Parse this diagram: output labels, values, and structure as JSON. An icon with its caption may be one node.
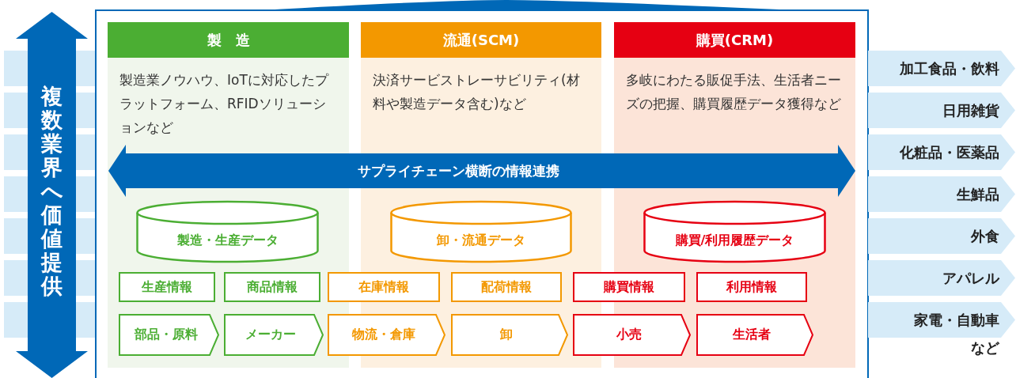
{
  "diagram": {
    "nodes": [
      {
        "text": [
          "製　造",
          "製造業ノウハウ、IoTに対応したプラットフォーム、RFIDソリューションなど"
        ]
      },
      {
        "text": [
          "流通(SCM)",
          "決済サービストレーサビリティ(材料や製造データ含む)など"
        ]
      },
      {
        "text": [
          "購買(CRM)",
          "多岐にわたる販促手法、生活者ニーズの把握、購買履歴データ獲得など"
        ]
      },
      {
        "text": [
          "サプライチェーン横断の情報連携"
        ]
      },
      {
        "text": [
          "製造・生産データ"
        ],
        "in": 0
      },
      {
        "text": [
          "卸・流通データ"
        ],
        "in": 1
      },
      {
        "text": [
          "購買/利用履歴データ"
        ],
        "in": 2
      },
      {
        "text": [
          "生産情報"
        ],
        "in": 0
      },
      {
        "text": [
          "商品情報"
        ],
        "in": 0
      },
      {
        "text": [
          "在庫情報"
        ]
      },
      {
        "text": [
          "配荷情報"
        ],
        "in": 1
      },
      {
        "text": [
          "購買情報"
        ]
      },
      {
        "text": [
          "利用情報"
        ],
        "in": 2
      },
      {
        "text": [
          "部品・原料"
        ],
        "in": 0
      },
      {
        "text": [
          "メーカー"
        ],
        "in": 0
      },
      {
        "text": [
          "物流・倉庫"
        ]
      },
      {
        "text": [
          "卸"
        ],
        "in": 1
      },
      {
        "text": [
          "小売"
        ]
      },
      {
        "text": [
          "生活者"
        ],
        "in": 2
      },
      {
        "text": [
          "複数業界へ価値提供"
        ]
      },
      {
        "text": [
          "加工食品・飲料"
        ]
      },
      {
        "text": [
          "日用雑貨"
        ]
      },
      {
        "text": [
          "化粧品・医薬品"
        ]
      },
      {
        "text": [
          "生鮮品"
        ]
      },
      {
        "text": [
          "外食"
        ]
      },
      {
        "text": [
          "アパレル"
        ]
      },
      {
        "text": [
          "家電・自動車"
        ],
        "beside": [
          "など"
        ]
      }
    ]
  }
}
